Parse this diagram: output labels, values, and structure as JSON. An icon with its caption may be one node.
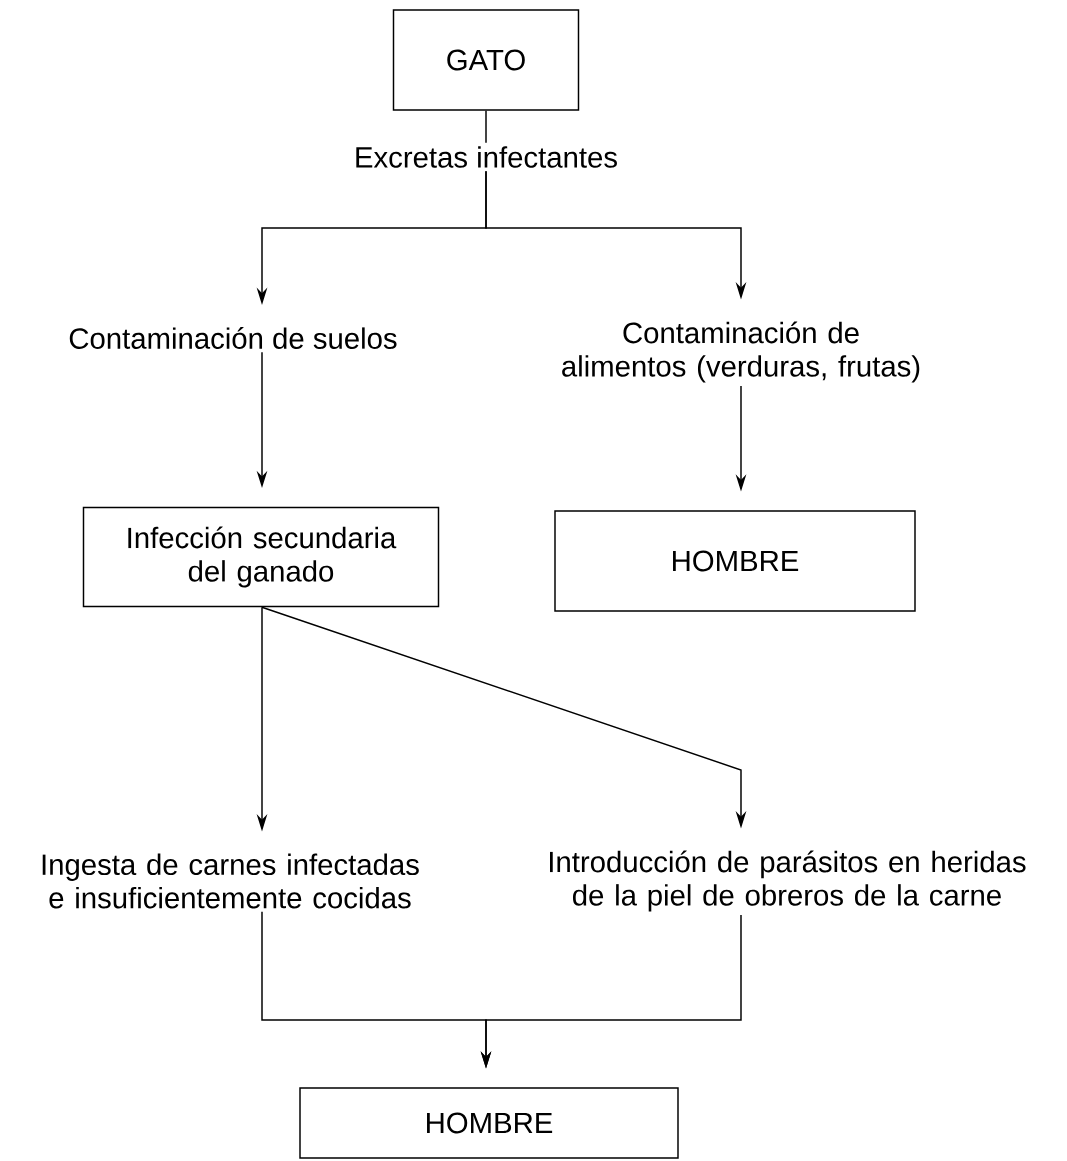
{
  "diagram": {
    "nodes": [
      {
        "text": [
          "GATO"
        ]
      },
      {
        "text": [
          "Excretas infectantes"
        ]
      },
      {
        "text": [
          "Contaminación de suelos"
        ]
      },
      {
        "text": [
          "Contaminación de alimentos (verduras, frutas)"
        ]
      },
      {
        "text": [
          "Infección secundaria del ganado"
        ]
      },
      {
        "text": [
          "HOMBRE"
        ]
      },
      {
        "text": [
          "Ingesta de carnes infectadas e insuficientemente cocidas"
        ]
      },
      {
        "text": [
          "Introducción de parásitos en heridas de la piel de obreros de la carne"
        ]
      },
      {
        "text": [
          "HOMBRE"
        ]
      }
    ],
    "edges": [
      {
        "from": 0,
        "to": 1,
        "arrow": "none"
      },
      {
        "from": 1,
        "to": 2,
        "arrow": "to"
      },
      {
        "from": 1,
        "to": 3,
        "arrow": "to"
      },
      {
        "from": 2,
        "to": 4,
        "arrow": "to"
      },
      {
        "from": 3,
        "to": 5,
        "arrow": "to"
      },
      {
        "from": 4,
        "to": 6,
        "arrow": "to"
      },
      {
        "from": 4,
        "to": 7,
        "arrow": "to"
      },
      {
        "from": 6,
        "to": 8,
        "arrow": "to"
      },
      {
        "from": 7,
        "to": 8,
        "arrow": "to"
      }
    ]
  }
}
